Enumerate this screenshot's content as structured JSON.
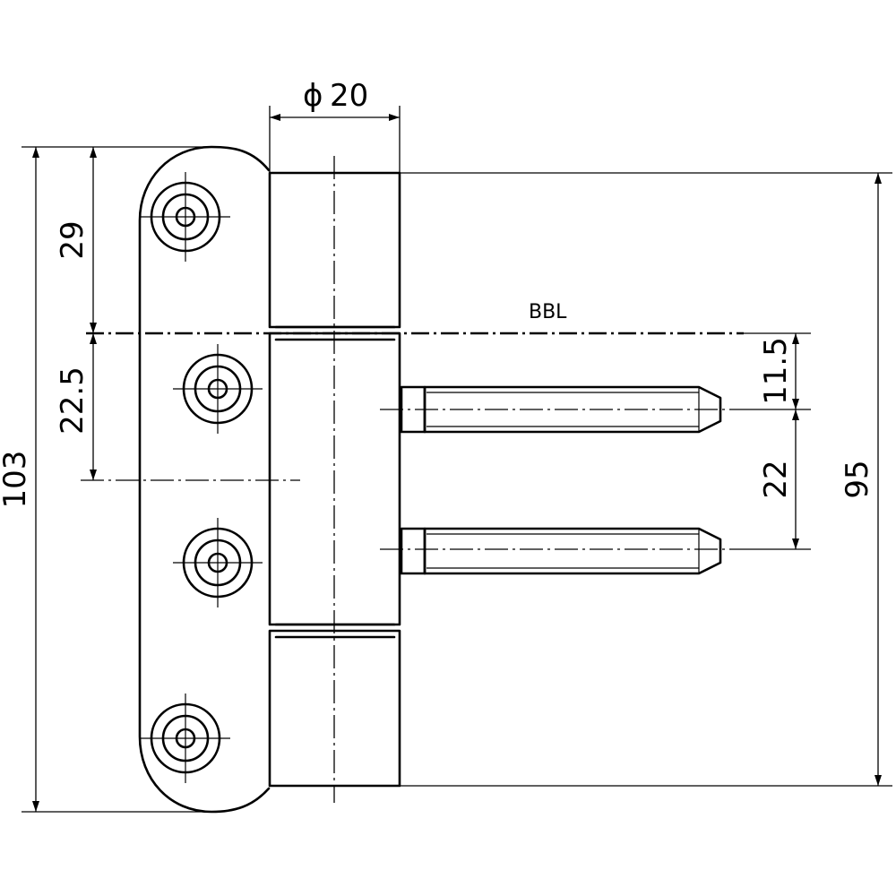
{
  "dimensions": {
    "diameter_symbol": "ϕ",
    "diameter_value": "20",
    "overall_height": "103",
    "top_to_bbl": "29",
    "bbl_to_center": "22.5",
    "bbl_to_first_pin": "11.5",
    "pin_spacing": "22",
    "barrel_height": "95"
  },
  "labels": {
    "bbl": "BBL"
  }
}
